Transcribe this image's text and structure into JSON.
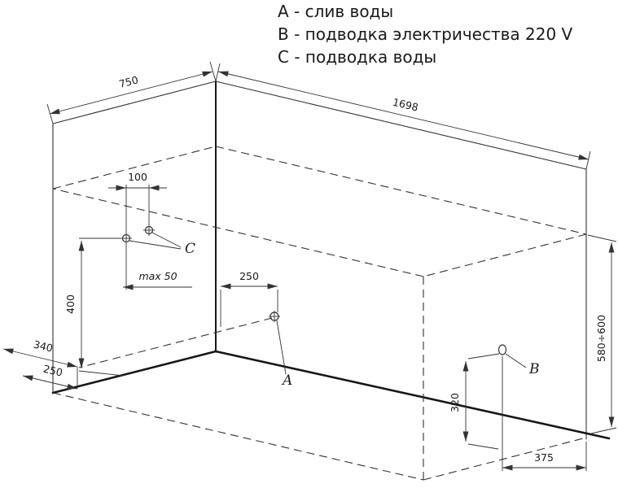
{
  "legend": {
    "a": "A - слив воды",
    "b": "B - подводка электричества 220 V",
    "c": "C - подводка воды"
  },
  "point_labels": {
    "a": "A",
    "b": "B",
    "c": "C"
  },
  "dims": {
    "top_width": "750",
    "top_length": "1698",
    "right_height": "580÷600",
    "c_spacing": "100",
    "c_max_offset": "max 50",
    "c_height": "400",
    "a_offset": "250",
    "floor_offset_340": "340",
    "floor_offset_250": "250",
    "b_height": "320",
    "b_offset": "375"
  },
  "colors": {
    "line": "#333333",
    "bold_line": "#161616",
    "text": "#1a1a1a"
  }
}
